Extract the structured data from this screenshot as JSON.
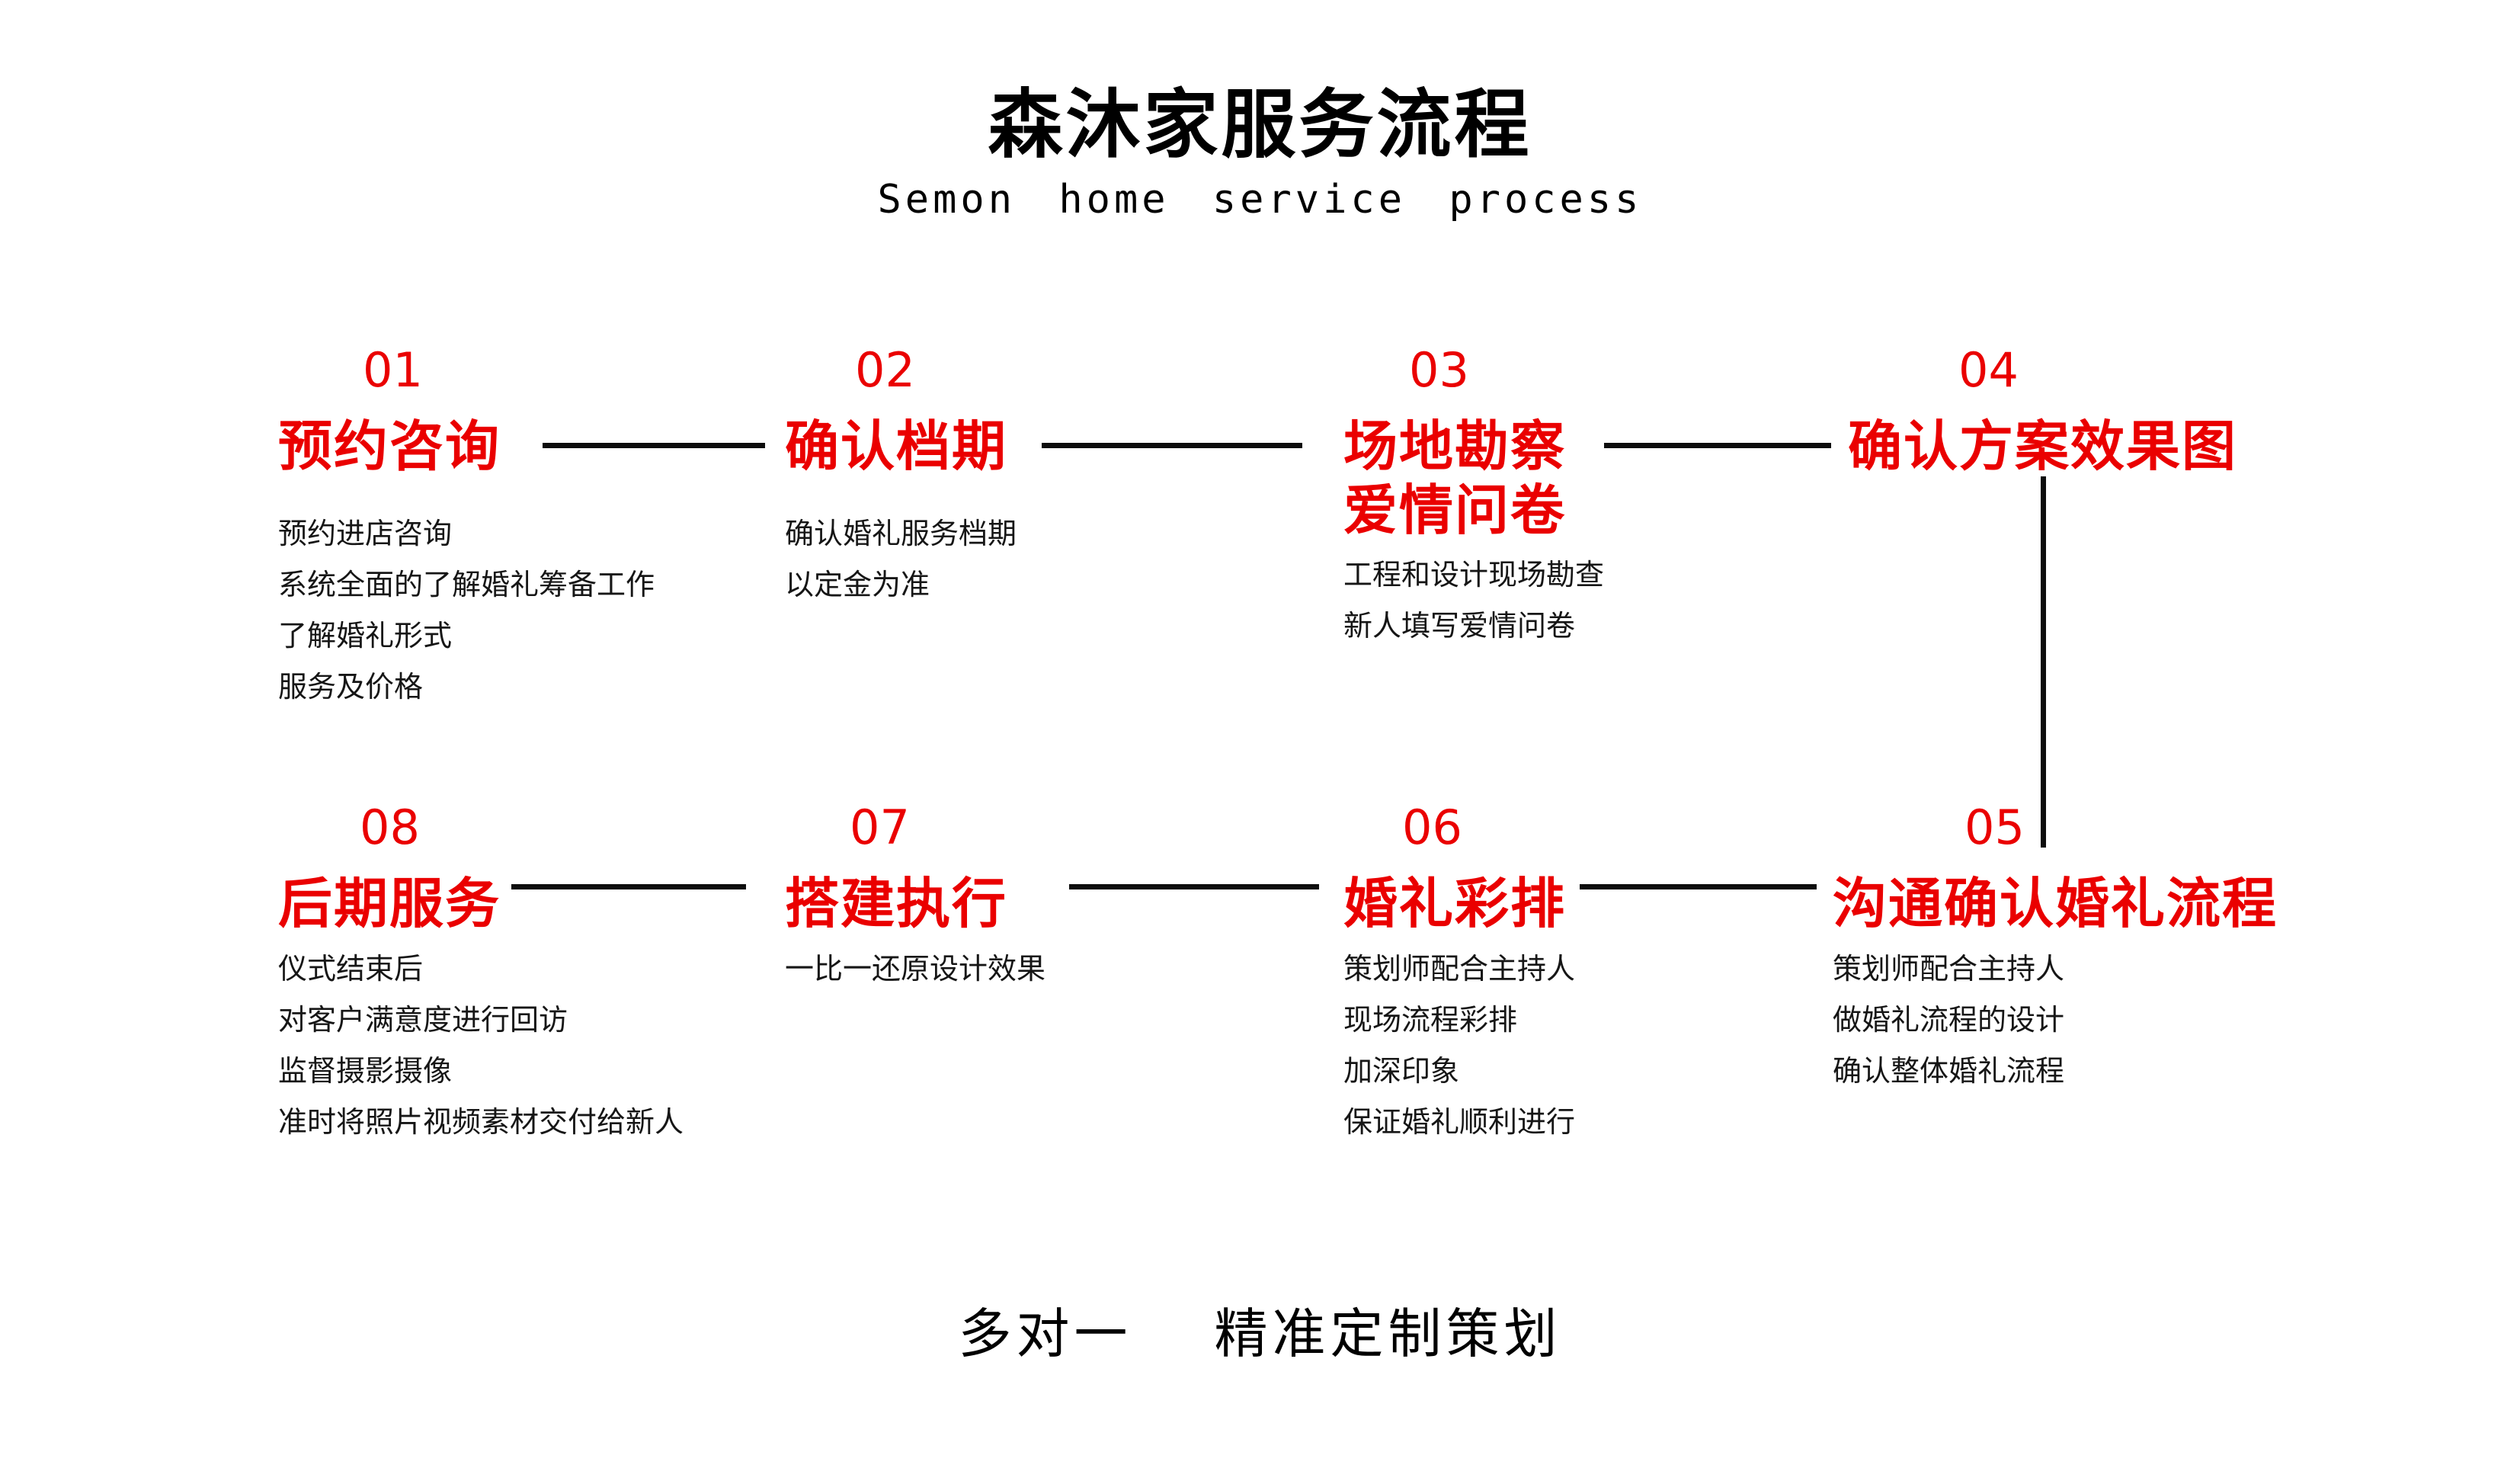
{
  "header": {
    "title": "森沐家服务流程",
    "subtitle": "Semon home service process"
  },
  "steps": [
    {
      "number": "01",
      "title": "预约咨询",
      "details": [
        "预约进店咨询",
        "系统全面的了解婚礼筹备工作",
        "了解婚礼形式",
        "服务及价格"
      ]
    },
    {
      "number": "02",
      "title": "确认档期",
      "details": [
        "确认婚礼服务档期",
        "以定金为准"
      ]
    },
    {
      "number": "03",
      "title": "场地勘察",
      "title_line2": "爱情问卷",
      "details": [
        "工程和设计现场勘查",
        "新人填写爱情问卷"
      ]
    },
    {
      "number": "04",
      "title": "确认方案效果图",
      "details": []
    },
    {
      "number": "05",
      "title": "沟通确认婚礼流程",
      "details": [
        "策划师配合主持人",
        "做婚礼流程的设计",
        "确认整体婚礼流程"
      ]
    },
    {
      "number": "06",
      "title": "婚礼彩排",
      "details": [
        "策划师配合主持人",
        "现场流程彩排",
        "加深印象",
        "保证婚礼顺利进行"
      ]
    },
    {
      "number": "07",
      "title": "搭建执行",
      "details": [
        "一比一还原设计效果"
      ]
    },
    {
      "number": "08",
      "title": "后期服务",
      "details": [
        "仪式结束后",
        "对客户满意度进行回访",
        "监督摄影摄像",
        "准时将照片视频素材交付给新人"
      ]
    }
  ],
  "footer": {
    "tagline_left": "多对一",
    "tagline_right": "精准定制策划"
  },
  "colors": {
    "accent": "#ea0000",
    "line": "#0d0d0d",
    "text": "#000000",
    "detail": "#161616"
  }
}
